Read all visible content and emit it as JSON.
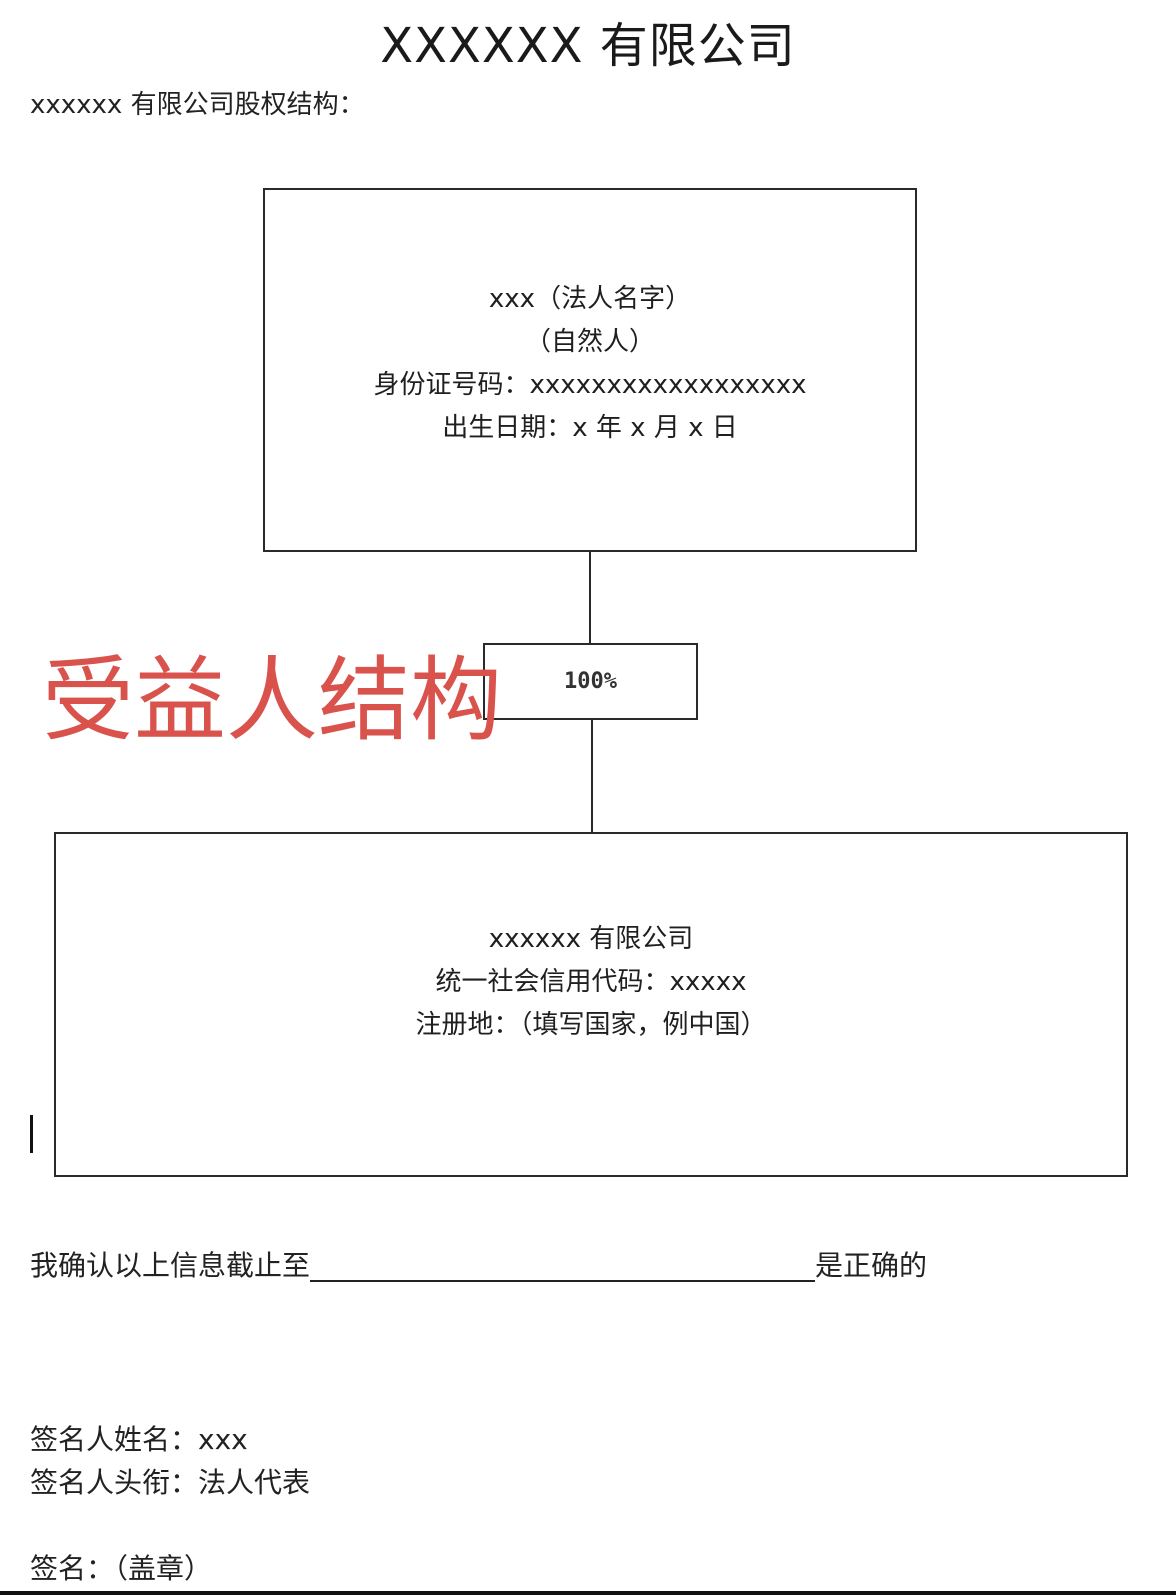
{
  "document": {
    "title": "XXXXXX 有限公司",
    "subtitle": "xxxxxx 有限公司股权结构："
  },
  "shareholder": {
    "name": "xxx（法人名字）",
    "type": "（自然人）",
    "id_number": "身份证号码：xxxxxxxxxxxxxxxxxx",
    "birth_date": "出生日期：x 年 x 月 x 日"
  },
  "ownership": {
    "percentage": "100%"
  },
  "company": {
    "name": "xxxxxx 有限公司",
    "credit_code": "统一社会信用代码：xxxxx",
    "registration": "注册地：（填写国家，例中国）"
  },
  "overlay_label": "受益人结构",
  "confirmation": {
    "prefix": "我确认以上信息截止至",
    "suffix": "是正确的"
  },
  "signature": {
    "name_line": "签名人姓名：xxx",
    "title_line": "签名人头衔：法人代表",
    "sign_line": "签名：（盖章）"
  },
  "colors": {
    "overlay": "#d9524c",
    "border": "#2a2a2a"
  }
}
